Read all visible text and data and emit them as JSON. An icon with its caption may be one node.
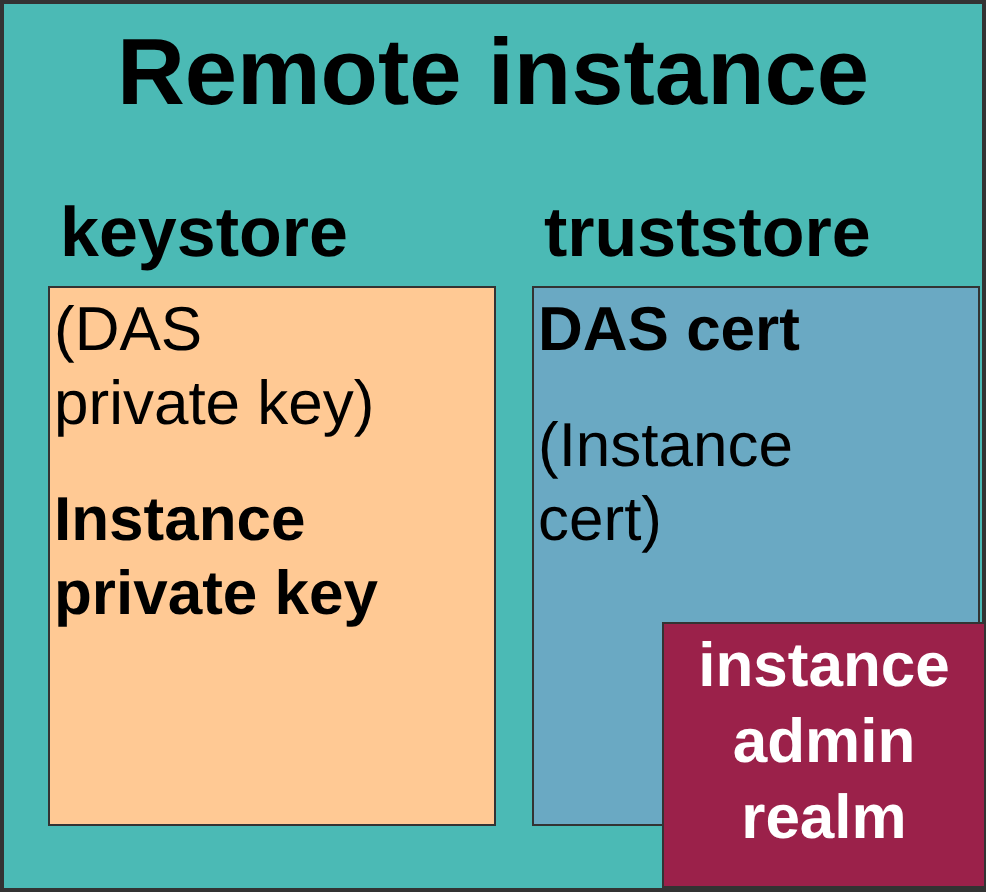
{
  "diagram": {
    "nodes": [
      {
        "text": [
          "Remote instance"
        ]
      },
      {
        "text": [
          "keystore",
          "(DAS private key)",
          "Instance private key"
        ],
        "in": 0
      },
      {
        "text": [
          "truststore",
          "DAS cert",
          "(Instance cert)"
        ],
        "in": 0
      },
      {
        "text": [
          "instance admin realm"
        ],
        "in": 0
      }
    ]
  }
}
